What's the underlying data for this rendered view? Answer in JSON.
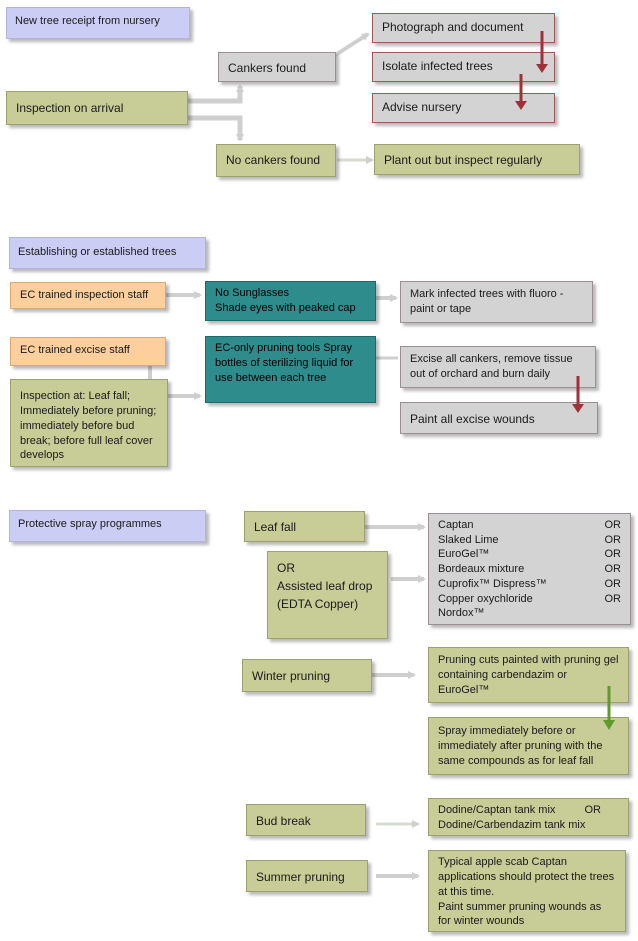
{
  "section1": {
    "header": "New tree receipt from nursery",
    "inspection": "Inspection on arrival",
    "cankers_found": "Cankers found",
    "no_cankers_found": "No cankers found",
    "photograph": "Photograph and document",
    "isolate": "Isolate infected trees",
    "advise": "Advise nursery",
    "plant_out": "Plant out but inspect regularly"
  },
  "section2": {
    "header": "Establishing  or established trees",
    "ec_inspection_staff": "EC trained inspection staff",
    "no_sunglasses": [
      "No Sunglasses",
      "Shade eyes with peaked cap"
    ],
    "mark_infected": [
      "Mark infected trees with fluoro -",
      "paint or tape"
    ],
    "ec_excise_staff": "EC trained excise staff",
    "inspection_at": "Inspection at:   Leaf fall; Immediately before pruning;  immediately before bud break; before full leaf cover develops",
    "ec_only_tools": "EC-only  pruning tools Spray bottles of sterilizing liquid for use between each tree",
    "excise_cankers": "Excise all cankers, remove tissue out of orchard and burn daily",
    "paint_excise": "Paint all excise wounds"
  },
  "section3": {
    "header": "Protective spray programmes",
    "leaf_fall": "Leaf fall",
    "assisted_or": "OR",
    "assisted_leaf_drop": "Assisted leaf drop (EDTA Copper)",
    "products": [
      {
        "name": "Captan",
        "suffix": "OR"
      },
      {
        "name": "Slaked Lime",
        "suffix": "OR"
      },
      {
        "name": "EuroGel™",
        "suffix": "OR"
      },
      {
        "name": "Bordeaux mixture",
        "suffix": "OR"
      },
      {
        "name": "Cuprofix™ Dispress™",
        "suffix": "OR"
      },
      {
        "name": "Copper oxychloride",
        "suffix": "OR"
      },
      {
        "name": "Nordox™",
        "suffix": ""
      }
    ],
    "winter_pruning": "Winter pruning",
    "pruning_cuts": "Pruning cuts painted with pruning gel containing  carbendazim  or EuroGel™",
    "spray_immediately": "Spray immediately before or immediately after pruning with the same compounds as for leaf fall",
    "bud_break": "Bud break",
    "dodine_line1": "Dodine/Captan tank mix",
    "dodine_or": "OR",
    "dodine_line2": "Dodine/Carbendazim tank mix",
    "summer_pruning": "Summer pruning",
    "typical_scab": "Typical apple scab Captan applications should protect the trees at this time.",
    "paint_summer": "Paint summer pruning wounds as for winter wounds"
  },
  "colors": {
    "lavender": "#cccdf5",
    "gray": "#d3d3d3",
    "olive": "#c8cc97",
    "peach": "#fccf9d",
    "teal": "#2e8c8c",
    "red_arrow": "#a0313a",
    "green_arrow": "#5e9a2e",
    "connector": "#cfcfcf"
  }
}
